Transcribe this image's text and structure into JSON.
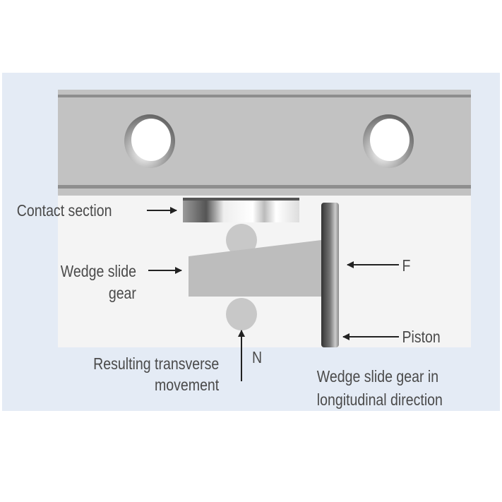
{
  "labels": {
    "contact_section": "Contact section",
    "wedge_line1": "Wedge slide",
    "wedge_line2": "gear",
    "force_f": "F",
    "piston": "Piston",
    "force_n": "N",
    "transverse_line1": "Resulting transverse",
    "transverse_line2": "movement",
    "longitudinal_line1": "Wedge slide gear in",
    "longitudinal_line2": "longitudinal direction"
  },
  "colors": {
    "panel": "#e4ebf5",
    "inner": "#f4f4f4",
    "rail": "#c2c2c2",
    "wedge": "#bdbdbd",
    "text": "#4a4a4a"
  }
}
